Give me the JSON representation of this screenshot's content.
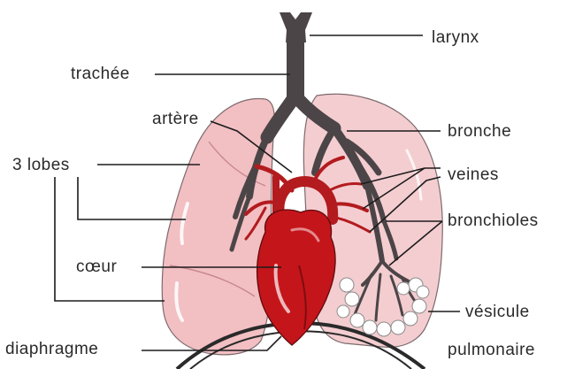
{
  "labels": {
    "larynx": "larynx",
    "trachee": "trachée",
    "artere": "artère",
    "bronche": "bronche",
    "lobes": "3 lobes",
    "veines": "veines",
    "bronchioles": "bronchioles",
    "coeur": "cœur",
    "vesicule": "vésicule",
    "diaphragme": "diaphragme",
    "pulmonaire": "pulmonaire"
  },
  "colors": {
    "left_lung": "#f2bfc3",
    "right_lung": "#f4cdd1",
    "heart": "#c4151b",
    "bronchial_tree": "#4c4547",
    "leader_lines": "#1c1c1c",
    "vesicles": "#ffffff"
  }
}
